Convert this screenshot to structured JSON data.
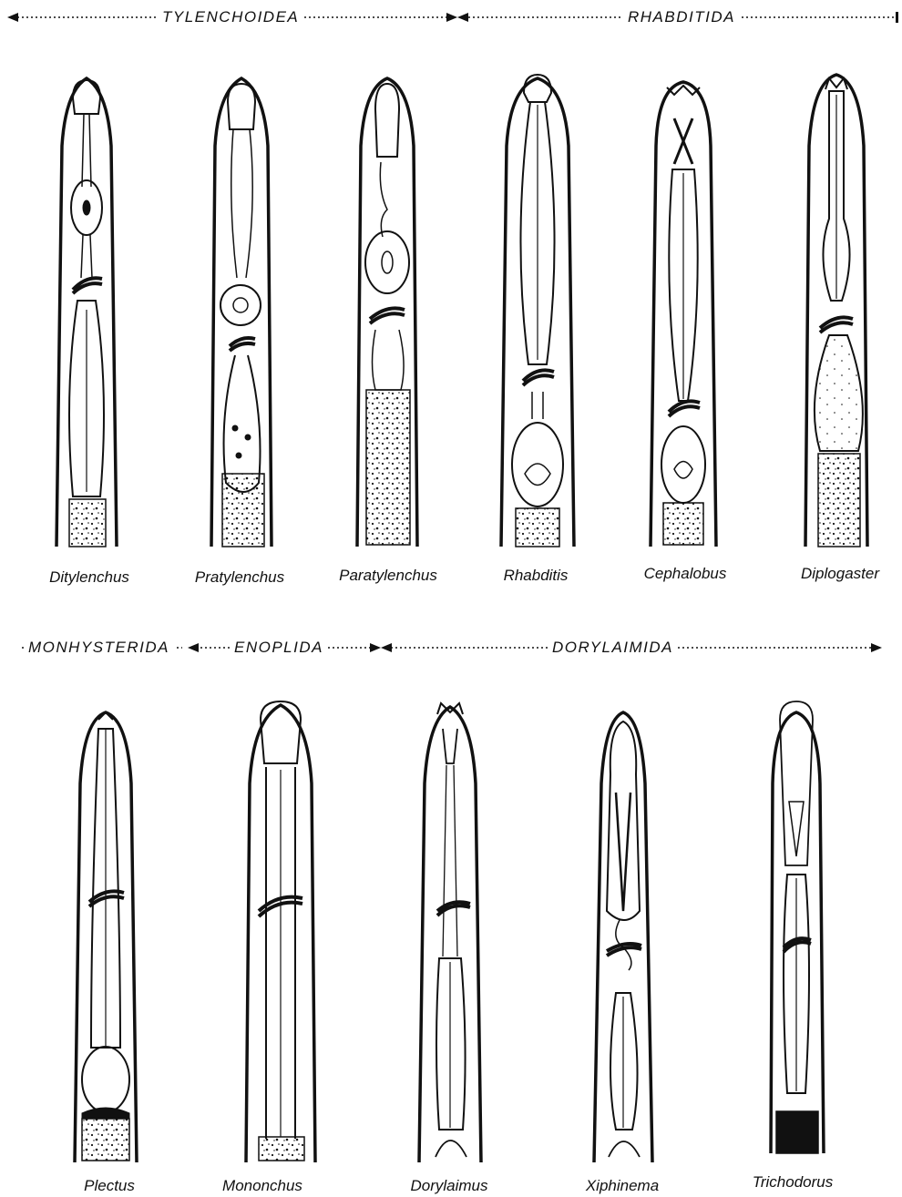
{
  "brackets": {
    "tylenchoidea": "TYLENCHOIDEA",
    "rhabditida": "RHABDITIDA",
    "monhysterida": "MONHYSTERIDA",
    "enoplida": "ENOPLIDA",
    "dorylaimida": "DORYLAIMIDA"
  },
  "captions": {
    "ditylenchus": "Ditylenchus",
    "pratylenchus": "Pratylenchus",
    "paratylenchus": "Paratylenchus",
    "rhabditis": "Rhabditis",
    "cephalobus": "Cephalobus",
    "diplogaster": "Diplogaster",
    "plectus": "Plectus",
    "mononchus": "Mononchus",
    "dorylaimus": "Dorylaimus",
    "xiphinema": "Xiphinema",
    "trichodorus": "Trichodorus"
  },
  "colors": {
    "ink": "#111111",
    "paper": "#ffffff"
  }
}
